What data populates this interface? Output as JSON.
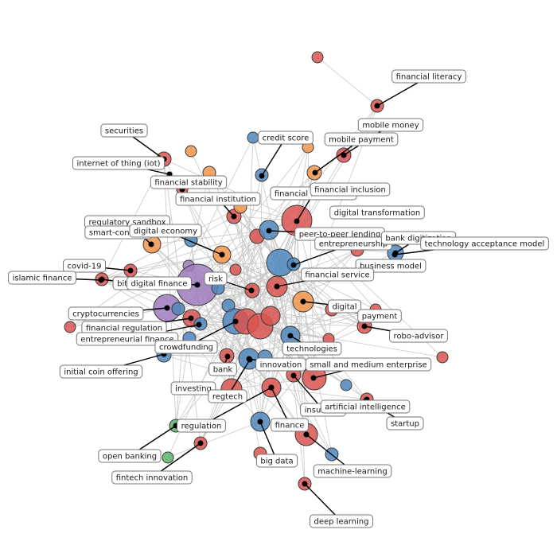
{
  "palette": {
    "red": "#d9534f",
    "blue": "#4f88bd",
    "orange": "#f2954a",
    "purple": "#a07cc0",
    "green": "#5cb26a",
    "edge": "#c8c8c8",
    "dot": "#000000",
    "label_border": "#777777"
  },
  "labels": [
    "financial literacy",
    "mobile money",
    "mobile payment",
    "securities",
    "internet of thing (iot)",
    "credit score",
    "financial stability",
    "financial institution",
    "financial innovation",
    "financial inclusion",
    "digital transformation",
    "regulatory sandbox",
    "smart-contract",
    "digital economy",
    "peer-to-peer lending",
    "entrepreneurship",
    "bank digitization",
    "technology acceptance model",
    "business model",
    "covid-19",
    "islamic finance",
    "bitcoin",
    "digital finance",
    "risk",
    "financial service",
    "digital",
    "payment",
    "cryptocurrencies",
    "financial regulation",
    "entrepreneurial finance",
    "crowdfunding",
    "technologies",
    "robo-advisor",
    "innovation",
    "small and medium enterprise",
    "bank",
    "initial coin offering",
    "investing",
    "regtech",
    "insurtech",
    "artificial intelligence",
    "startup",
    "regulation",
    "finance",
    "open banking",
    "big data",
    "machine-learning",
    "fintech innovation",
    "deep learning"
  ]
}
